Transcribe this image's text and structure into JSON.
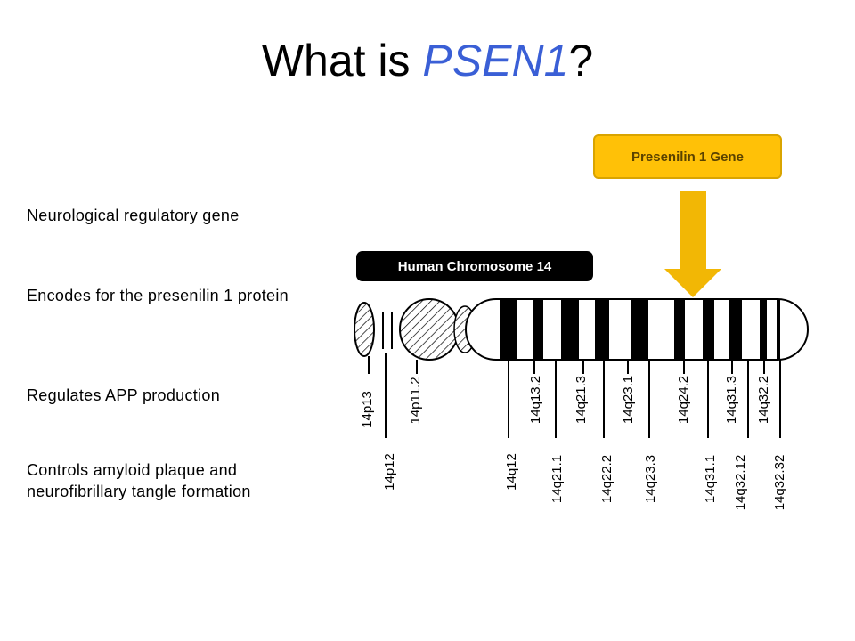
{
  "slide": {
    "title_prefix": "What is ",
    "title_gene": "PSEN1",
    "title_suffix": "?",
    "accent_color": "#3a5fd6",
    "bullets": [
      "Neurological regulatory gene",
      "Encodes for the presenilin 1 protein",
      "Regulates APP production",
      "Controls amyloid plaque and neurofibrillary tangle formation"
    ]
  },
  "diagram": {
    "callout_label": "Presenilin 1 Gene",
    "callout_color": "#ffc107",
    "arrow_color": "#f2b705",
    "chromosome_label": "Human Chromosome 14",
    "bands_upper": [
      "14p13",
      "14p11.2",
      "14q13.2",
      "14q21.3",
      "14q23.1",
      "14q24.2",
      "14q31.3",
      "14q32.2"
    ],
    "bands_lower": [
      "14p12",
      "14q12",
      "14q21.1",
      "14q22.2",
      "14q23.3",
      "14q31.1",
      "14q32.12",
      "14q32.32"
    ]
  }
}
